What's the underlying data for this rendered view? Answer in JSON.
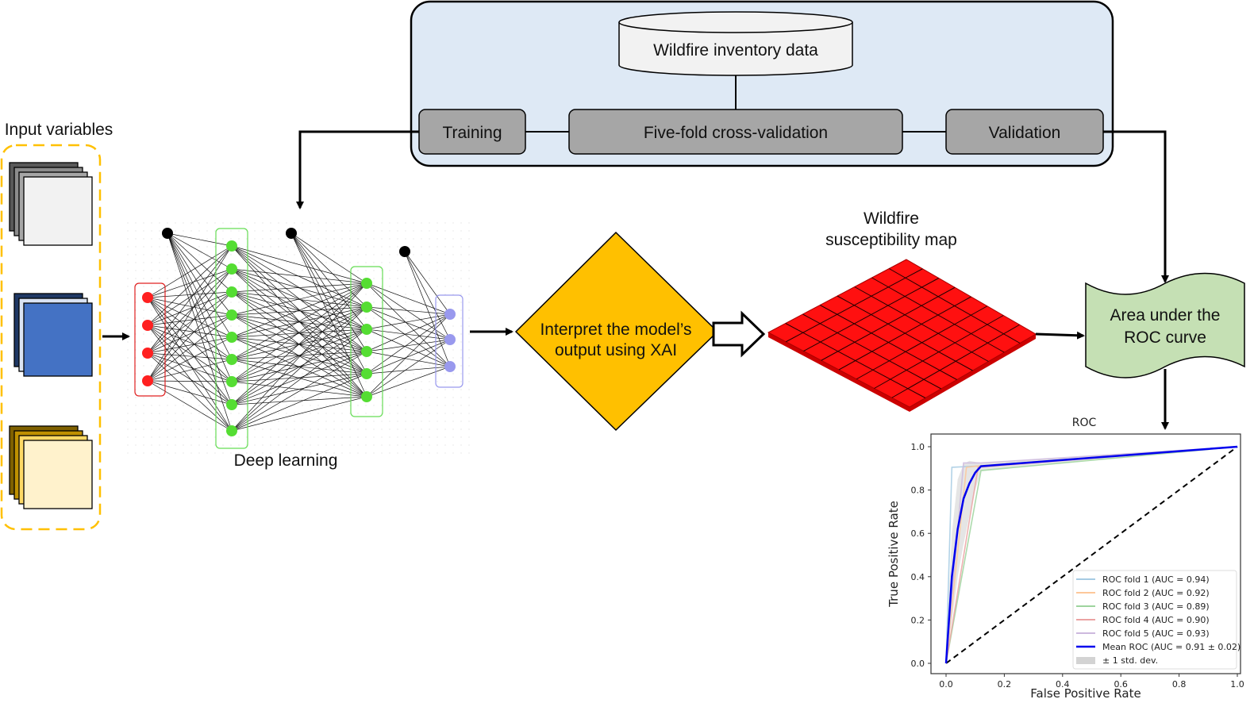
{
  "input": {
    "title": "Input variables",
    "stacks": [
      {
        "name": "gray-stack",
        "colors": [
          "#595959",
          "#8c8c8c",
          "#a6a6a6",
          "#f2f2f2"
        ]
      },
      {
        "name": "blue-stack",
        "colors": [
          "#1f3864",
          "#dae3f3",
          "#4472c4"
        ]
      },
      {
        "name": "gold-stack",
        "colors": [
          "#7f6000",
          "#bf9000",
          "#ffd966",
          "#fff2cc"
        ]
      }
    ],
    "border_color": "#ffc000"
  },
  "network": {
    "label": "Deep learning",
    "layers": [
      {
        "name": "input-layer",
        "nodes": 4,
        "color": "#ff2020",
        "border": "#e02020"
      },
      {
        "name": "hidden-layer-1",
        "nodes": 9,
        "color": "#55dd33",
        "border": "#66dd55"
      },
      {
        "name": "hidden-layer-2",
        "nodes": 6,
        "color": "#55dd33",
        "border": "#66dd55"
      },
      {
        "name": "output-layer",
        "nodes": 3,
        "color": "#9999ee",
        "border": "#9999ee"
      }
    ],
    "bias_nodes": 3
  },
  "cv_panel": {
    "database": "Wildfire inventory data",
    "training": "Training",
    "crossval": "Five-fold cross-validation",
    "validation": "Validation",
    "bg_color": "#dee9f5",
    "box_color": "#a6a6a6"
  },
  "xai": {
    "line1": "Interpret the model’s",
    "line2": "output using XAI",
    "color": "#ffc000"
  },
  "map": {
    "title_line1": "Wildfire",
    "title_line2": "susceptibility map",
    "color": "#ff0000",
    "grid": 8
  },
  "auc_box": {
    "line1": "Area under the",
    "line2": "ROC curve",
    "color": "#c5e0b4"
  },
  "chart_data": {
    "type": "line",
    "title": "ROC",
    "xlabel": "False Positive Rate",
    "ylabel": "True Positive Rate",
    "xlim": [
      0.0,
      1.0
    ],
    "ylim": [
      0.0,
      1.0
    ],
    "xticks": [
      "0.0",
      "0.2",
      "0.4",
      "0.6",
      "0.8",
      "1.0"
    ],
    "yticks": [
      "0.0",
      "0.2",
      "0.4",
      "0.6",
      "0.8",
      "1.0"
    ],
    "grid": false,
    "legend_position": "lower-right",
    "series": [
      {
        "name": "ROC fold 1 (AUC = 0.94)",
        "color": "#a6cbe3",
        "x": [
          0,
          0.02,
          0.1,
          1.0
        ],
        "y": [
          0,
          0.905,
          0.91,
          1.0
        ]
      },
      {
        "name": "ROC fold 2 (AUC = 0.92)",
        "color": "#fdc89a",
        "x": [
          0,
          0.07,
          0.1,
          1.0
        ],
        "y": [
          0,
          0.905,
          0.91,
          1.0
        ]
      },
      {
        "name": "ROC fold 3 (AUC = 0.89)",
        "color": "#9ed49e",
        "x": [
          0,
          0.12,
          1.0
        ],
        "y": [
          0,
          0.89,
          1.0
        ]
      },
      {
        "name": "ROC fold 4 (AUC = 0.90)",
        "color": "#eba3a3",
        "x": [
          0,
          0.11,
          1.0
        ],
        "y": [
          0,
          0.905,
          1.0
        ]
      },
      {
        "name": "ROC fold 5 (AUC = 0.93)",
        "color": "#cdb9de",
        "x": [
          0,
          0.06,
          0.12,
          1.0
        ],
        "y": [
          0,
          0.925,
          0.925,
          1.0
        ]
      },
      {
        "name": "Mean ROC (AUC = 0.91 ± 0.02)",
        "color": "#0000ee",
        "x": [
          0,
          0.02,
          0.04,
          0.06,
          0.08,
          0.1,
          0.12,
          1.0
        ],
        "y": [
          0,
          0.4,
          0.62,
          0.76,
          0.83,
          0.88,
          0.91,
          1.0
        ]
      }
    ],
    "std_band": {
      "name": "± 1 std. dev.",
      "color": "#d3d3d3",
      "x": [
        0,
        0.02,
        0.04,
        0.06,
        0.08,
        0.1,
        0.12,
        1.0
      ],
      "upper": [
        0.05,
        0.6,
        0.85,
        0.92,
        0.935,
        0.93,
        0.925,
        1.0
      ],
      "lower": [
        0,
        0.2,
        0.4,
        0.55,
        0.68,
        0.8,
        0.89,
        1.0
      ]
    },
    "chance_line": {
      "x": [
        0,
        1
      ],
      "y": [
        0,
        1
      ],
      "color": "#000000",
      "style": "dashed"
    }
  }
}
